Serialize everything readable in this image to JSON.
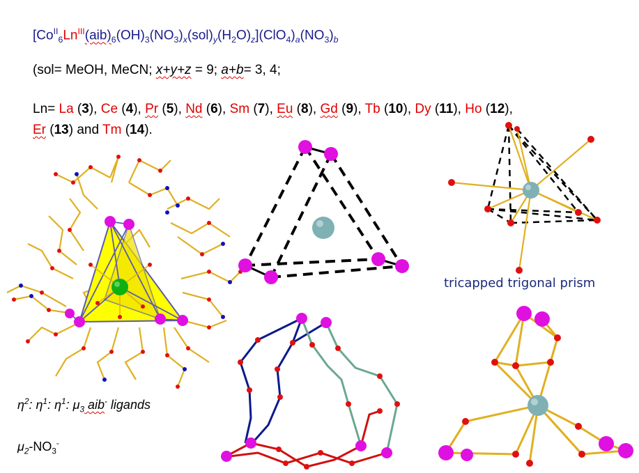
{
  "formula": {
    "open": "[Co",
    "co_sup": "II",
    "co_sub": "6",
    "ln": "Ln",
    "ln_sup": "III",
    "aib": "(aib)",
    "aib_sub": "6",
    "oh": "(OH)",
    "oh_sub": "3",
    "no3": "(NO",
    "no3_sub": "3",
    "no3_close": ")",
    "x": "x",
    "sol": "(sol)",
    "y": "y",
    "h2o_open": "(H",
    "h2o_sub": "2",
    "h2o_close": "O)",
    "z": "z",
    "clo4": "](ClO",
    "clo4_sub": "4",
    "clo4_close": ")",
    "a": "a",
    "no3b": "(NO",
    "no3b_sub": "3",
    "no3b_close": ")",
    "b": "b"
  },
  "solvent_line": {
    "prefix": "(sol= MeOH, MeCN; ",
    "xyz": "x+y+z",
    "mid": " = 9; ",
    "ab": "a+b",
    "suffix": "= 3, 4;"
  },
  "lanthanides": {
    "prefix": "Ln= ",
    "items": [
      {
        "el": "La",
        "num": "3"
      },
      {
        "el": "Ce",
        "num": "4"
      },
      {
        "el": "Pr",
        "num": "5"
      },
      {
        "el": "Nd",
        "num": "6"
      },
      {
        "el": "Sm",
        "num": "7"
      },
      {
        "el": "Eu",
        "num": "8"
      },
      {
        "el": "Gd",
        "num": "9"
      },
      {
        "el": "Tb",
        "num": "10"
      },
      {
        "el": "Dy",
        "num": "11"
      },
      {
        "el": "Ho",
        "num": "12"
      },
      {
        "el": "Er",
        "num": "13"
      },
      {
        "el": "Tm",
        "num": "14"
      }
    ],
    "and": " and "
  },
  "captions": {
    "geometry": "tricapped trigonal prism",
    "ligand_eta": "η",
    "ligand_sup1": "2",
    "ligand_sup2": "1",
    "ligand_sup3": "1",
    "ligand_mu": "μ",
    "ligand_mu_sub": "3",
    "ligand_aib": " aib",
    "ligand_minus": "-",
    "ligand_tail": " ligands",
    "nitrate_mu": "μ",
    "nitrate_mu_sub": "2",
    "nitrate_no3": "-NO",
    "nitrate_sub": "3",
    "nitrate_sup": "-"
  },
  "colors": {
    "co_atom": "#e010e0",
    "ln_atom_green": "#10b010",
    "ln_atom_grey": "#7fb0b4",
    "oxygen": "#e01010",
    "nitrogen": "#1010c0",
    "bond": "#e0b020",
    "triangle_fill": "#ffff00",
    "chain_blue": "#0a1a8c",
    "chain_teal": "#6aa890",
    "chain_red": "#d01010"
  }
}
